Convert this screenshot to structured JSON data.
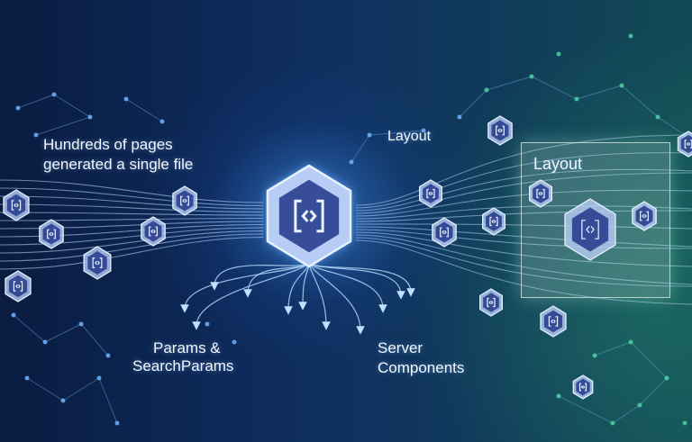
{
  "labels": {
    "hundreds_line1": "Hundreds of pages",
    "hundreds_line2": "generated a single file",
    "layout_top": "Layout",
    "layout_box": "Layout",
    "params_line1": "Params &",
    "params_line2": "SearchParams",
    "server_line1": "Server",
    "server_line2": "Components"
  },
  "colors": {
    "line": "#bfe0ff",
    "node_dark": "#2a3f8f",
    "node_light": "#b8cdf5",
    "accent_green": "#4fd1a5"
  }
}
